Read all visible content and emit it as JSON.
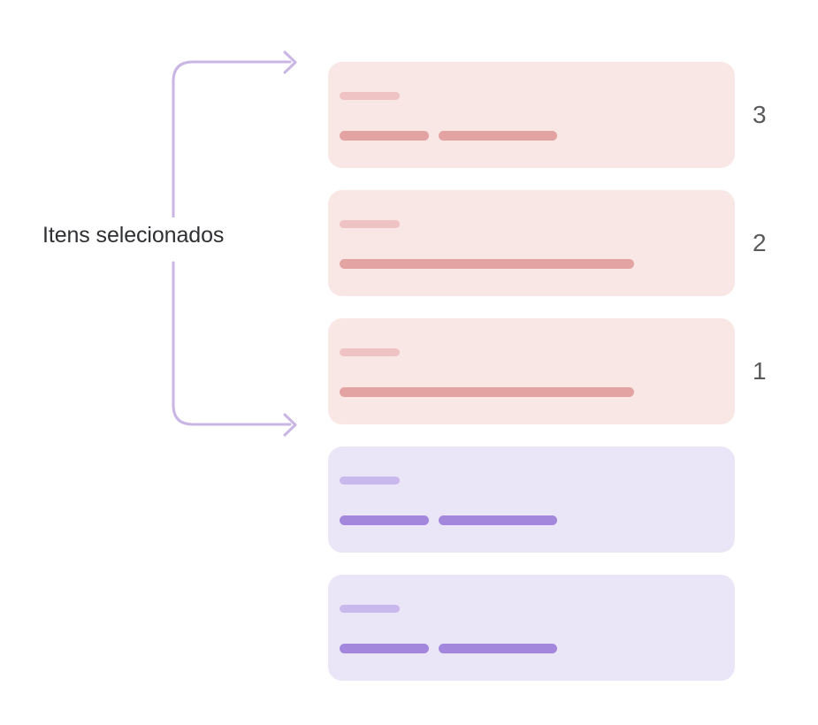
{
  "annotation": {
    "label": "Itens selecionados",
    "bracket_color": "#c9b6e4",
    "arrow_icon_top": "arrow-right-icon",
    "arrow_icon_bottom": "arrow-right-icon"
  },
  "palette": {
    "page_background": "#ffffff",
    "selected_card_background": "#f9e7e5",
    "selected_bar_title": "#efc3c3",
    "selected_bar_line": "#e3a3a3",
    "unselected_card_background": "#ebe6f7",
    "unselected_bar_title": "#c8b8ec",
    "unselected_bar_line": "#a387dc",
    "rank_text": "#5a5a5d",
    "label_text": "#2f3033"
  },
  "cards": [
    {
      "name": "card-rank-3",
      "state": "selected",
      "rank": "3",
      "line_layout": "split",
      "placeholder_title": "",
      "placeholder_line_a": "",
      "placeholder_line_b": ""
    },
    {
      "name": "card-rank-2",
      "state": "selected",
      "rank": "2",
      "line_layout": "full",
      "placeholder_title": "",
      "placeholder_line_a": "",
      "placeholder_line_b": ""
    },
    {
      "name": "card-rank-1",
      "state": "selected",
      "rank": "1",
      "line_layout": "full",
      "placeholder_title": "",
      "placeholder_line_a": "",
      "placeholder_line_b": ""
    },
    {
      "name": "card-unselected-1",
      "state": "unselected",
      "rank": "",
      "line_layout": "split",
      "placeholder_title": "",
      "placeholder_line_a": "",
      "placeholder_line_b": ""
    },
    {
      "name": "card-unselected-2",
      "state": "unselected",
      "rank": "",
      "line_layout": "split",
      "placeholder_title": "",
      "placeholder_line_a": "",
      "placeholder_line_b": ""
    }
  ]
}
